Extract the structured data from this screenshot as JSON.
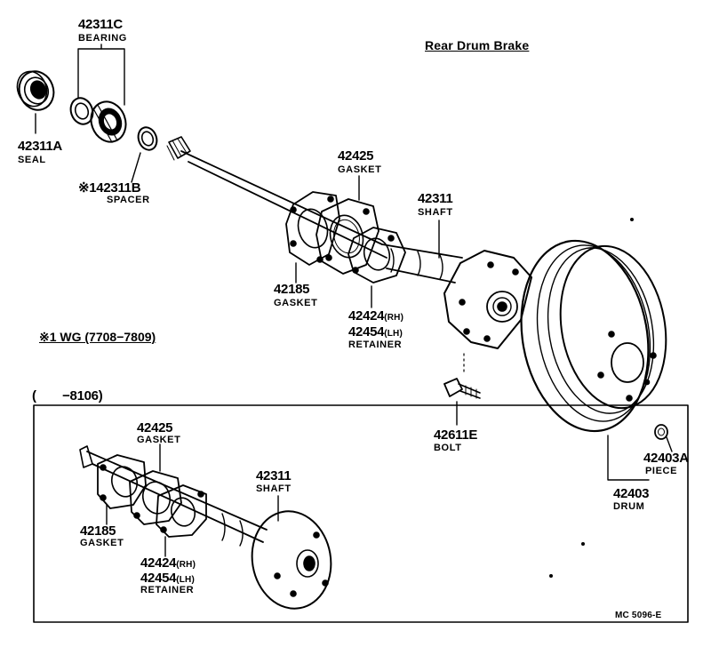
{
  "title": "Rear Drum Brake",
  "variant_note": "※1 WG (7708−7809)",
  "inset_range": "(　　−8106)",
  "ref_code": "MC 5096-E",
  "colors": {
    "ink": "#000000",
    "paper": "#ffffff"
  },
  "parts": {
    "bearing": {
      "number": "42311C",
      "name": "BEARING"
    },
    "seal": {
      "number": "42311A",
      "name": "SEAL"
    },
    "spacer": {
      "number": "※142311B",
      "name": "SPACER"
    },
    "gasket_outer": {
      "number": "42425",
      "name": "GASKET"
    },
    "shaft": {
      "number": "42311",
      "name": "SHAFT"
    },
    "gasket_inner": {
      "number": "42185",
      "name": "GASKET"
    },
    "retainer": {
      "number_rh": "42424",
      "suffix_rh": "(RH)",
      "number_lh": "42454",
      "suffix_lh": "(LH)",
      "name": "RETAINER"
    },
    "bolt": {
      "number": "42611E",
      "name": "BOLT"
    },
    "piece": {
      "number": "42403A",
      "name": "PIECE"
    },
    "drum": {
      "number": "42403",
      "name": "DRUM"
    }
  },
  "inset_parts": {
    "gasket_outer": {
      "number": "42425",
      "name": "GASKET"
    },
    "shaft": {
      "number": "42311",
      "name": "SHAFT"
    },
    "gasket_inner": {
      "number": "42185",
      "name": "GASKET"
    },
    "retainer": {
      "number_rh": "42424",
      "suffix_rh": "(RH)",
      "number_lh": "42454",
      "suffix_lh": "(LH)",
      "name": "RETAINER"
    }
  }
}
